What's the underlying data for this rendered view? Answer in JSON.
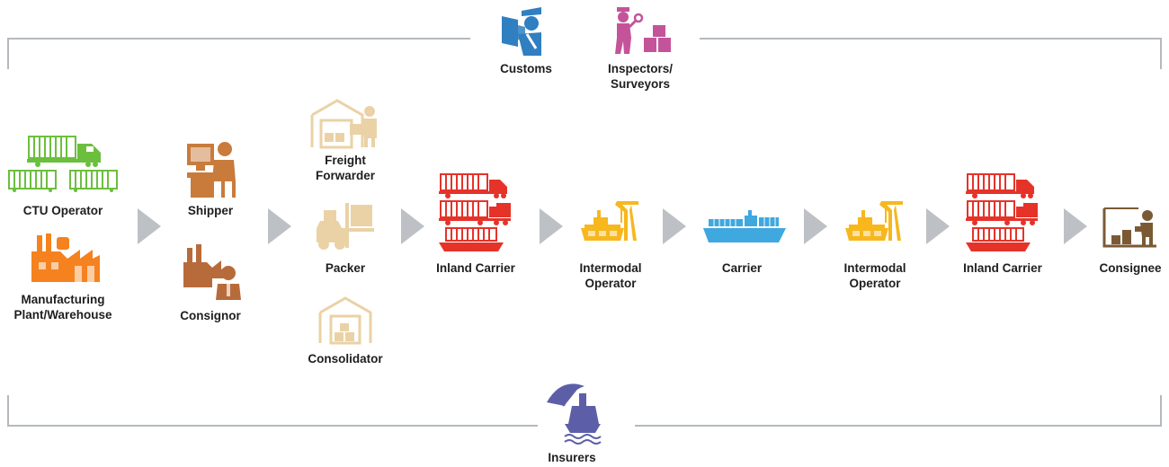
{
  "colors": {
    "customs": "#2f7fc1",
    "inspectors": "#c4549a",
    "ctu_operator": "#6cbf3e",
    "manufacturing": "#f5821f",
    "shipper": "#c97b3c",
    "consignor": "#b86b3a",
    "forwarder_group": "#ead2a6",
    "inland_carrier": "#e5332a",
    "intermodal": "#f7b71d",
    "carrier": "#3ea8df",
    "consignee": "#7a5a35",
    "insurers": "#5c5fa8",
    "bracket": "#b5b9bd",
    "arrow": "#bdc0c4"
  },
  "nodes": {
    "customs": "Customs",
    "inspectors_line1": "Inspectors/",
    "inspectors_line2": "Surveyors",
    "ctu_operator": "CTU Operator",
    "manufacturing_line1": "Manufacturing",
    "manufacturing_line2": "Plant/Warehouse",
    "shipper": "Shipper",
    "consignor": "Consignor",
    "freight_forwarder_line1": "Freight",
    "freight_forwarder_line2": "Forwarder",
    "packer": "Packer",
    "consolidator": "Consolidator",
    "inland_carrier_1": "Inland Carrier",
    "intermodal_operator_1_line1": "Intermodal",
    "intermodal_operator_1_line2": "Operator",
    "carrier": "Carrier",
    "intermodal_operator_2_line1": "Intermodal",
    "intermodal_operator_2_line2": "Operator",
    "inland_carrier_2": "Inland Carrier",
    "consignee": "Consignee",
    "insurers": "Insurers"
  },
  "icons": {
    "customs": "customs-officer-icon",
    "inspectors": "inspector-icon",
    "ctu_operator": "container-truck-icon",
    "manufacturing": "factory-icon",
    "shipper": "office-worker-icon",
    "consignor": "factory-worker-icon",
    "freight_forwarder": "warehouse-worker-icon",
    "packer": "forklift-icon",
    "consolidator": "warehouse-icon",
    "inland_carrier": "truck-train-barge-icon",
    "intermodal": "port-crane-icon",
    "carrier": "container-ship-icon",
    "consignee": "receiving-worker-icon",
    "insurers": "umbrella-ship-icon"
  }
}
